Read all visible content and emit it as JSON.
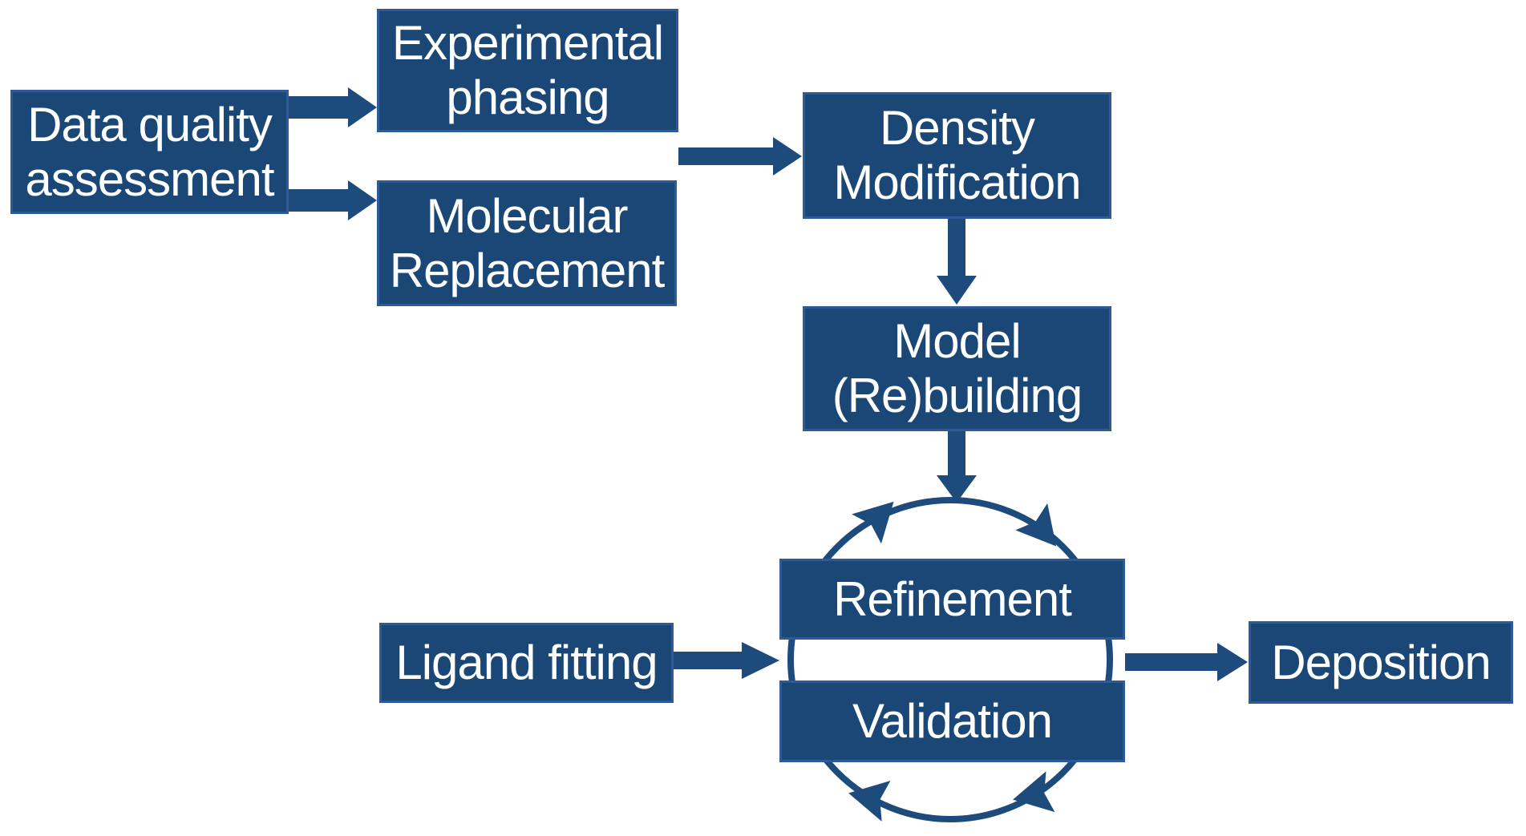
{
  "diagram": {
    "type": "flowchart",
    "colors": {
      "background": "#ffffff",
      "box_fill": "#1b4777",
      "box_border": "#2e5b97",
      "arrow": "#1d4b7c",
      "text": "#ffffff"
    },
    "boxes": {
      "data_quality": {
        "lines": [
          "Data quality",
          "assessment"
        ]
      },
      "experimental_phasing": {
        "lines": [
          "Experimental",
          "phasing"
        ]
      },
      "molecular_replacement": {
        "lines": [
          "Molecular",
          "Replacement"
        ]
      },
      "density_modification": {
        "lines": [
          "Density",
          "Modification"
        ]
      },
      "model_rebuilding": {
        "lines": [
          "Model",
          "(Re)building"
        ]
      },
      "refinement": {
        "lines": [
          "Refinement"
        ]
      },
      "validation": {
        "lines": [
          "Validation"
        ]
      },
      "ligand_fitting": {
        "lines": [
          "Ligand fitting"
        ]
      },
      "deposition": {
        "lines": [
          "Deposition"
        ]
      }
    }
  }
}
